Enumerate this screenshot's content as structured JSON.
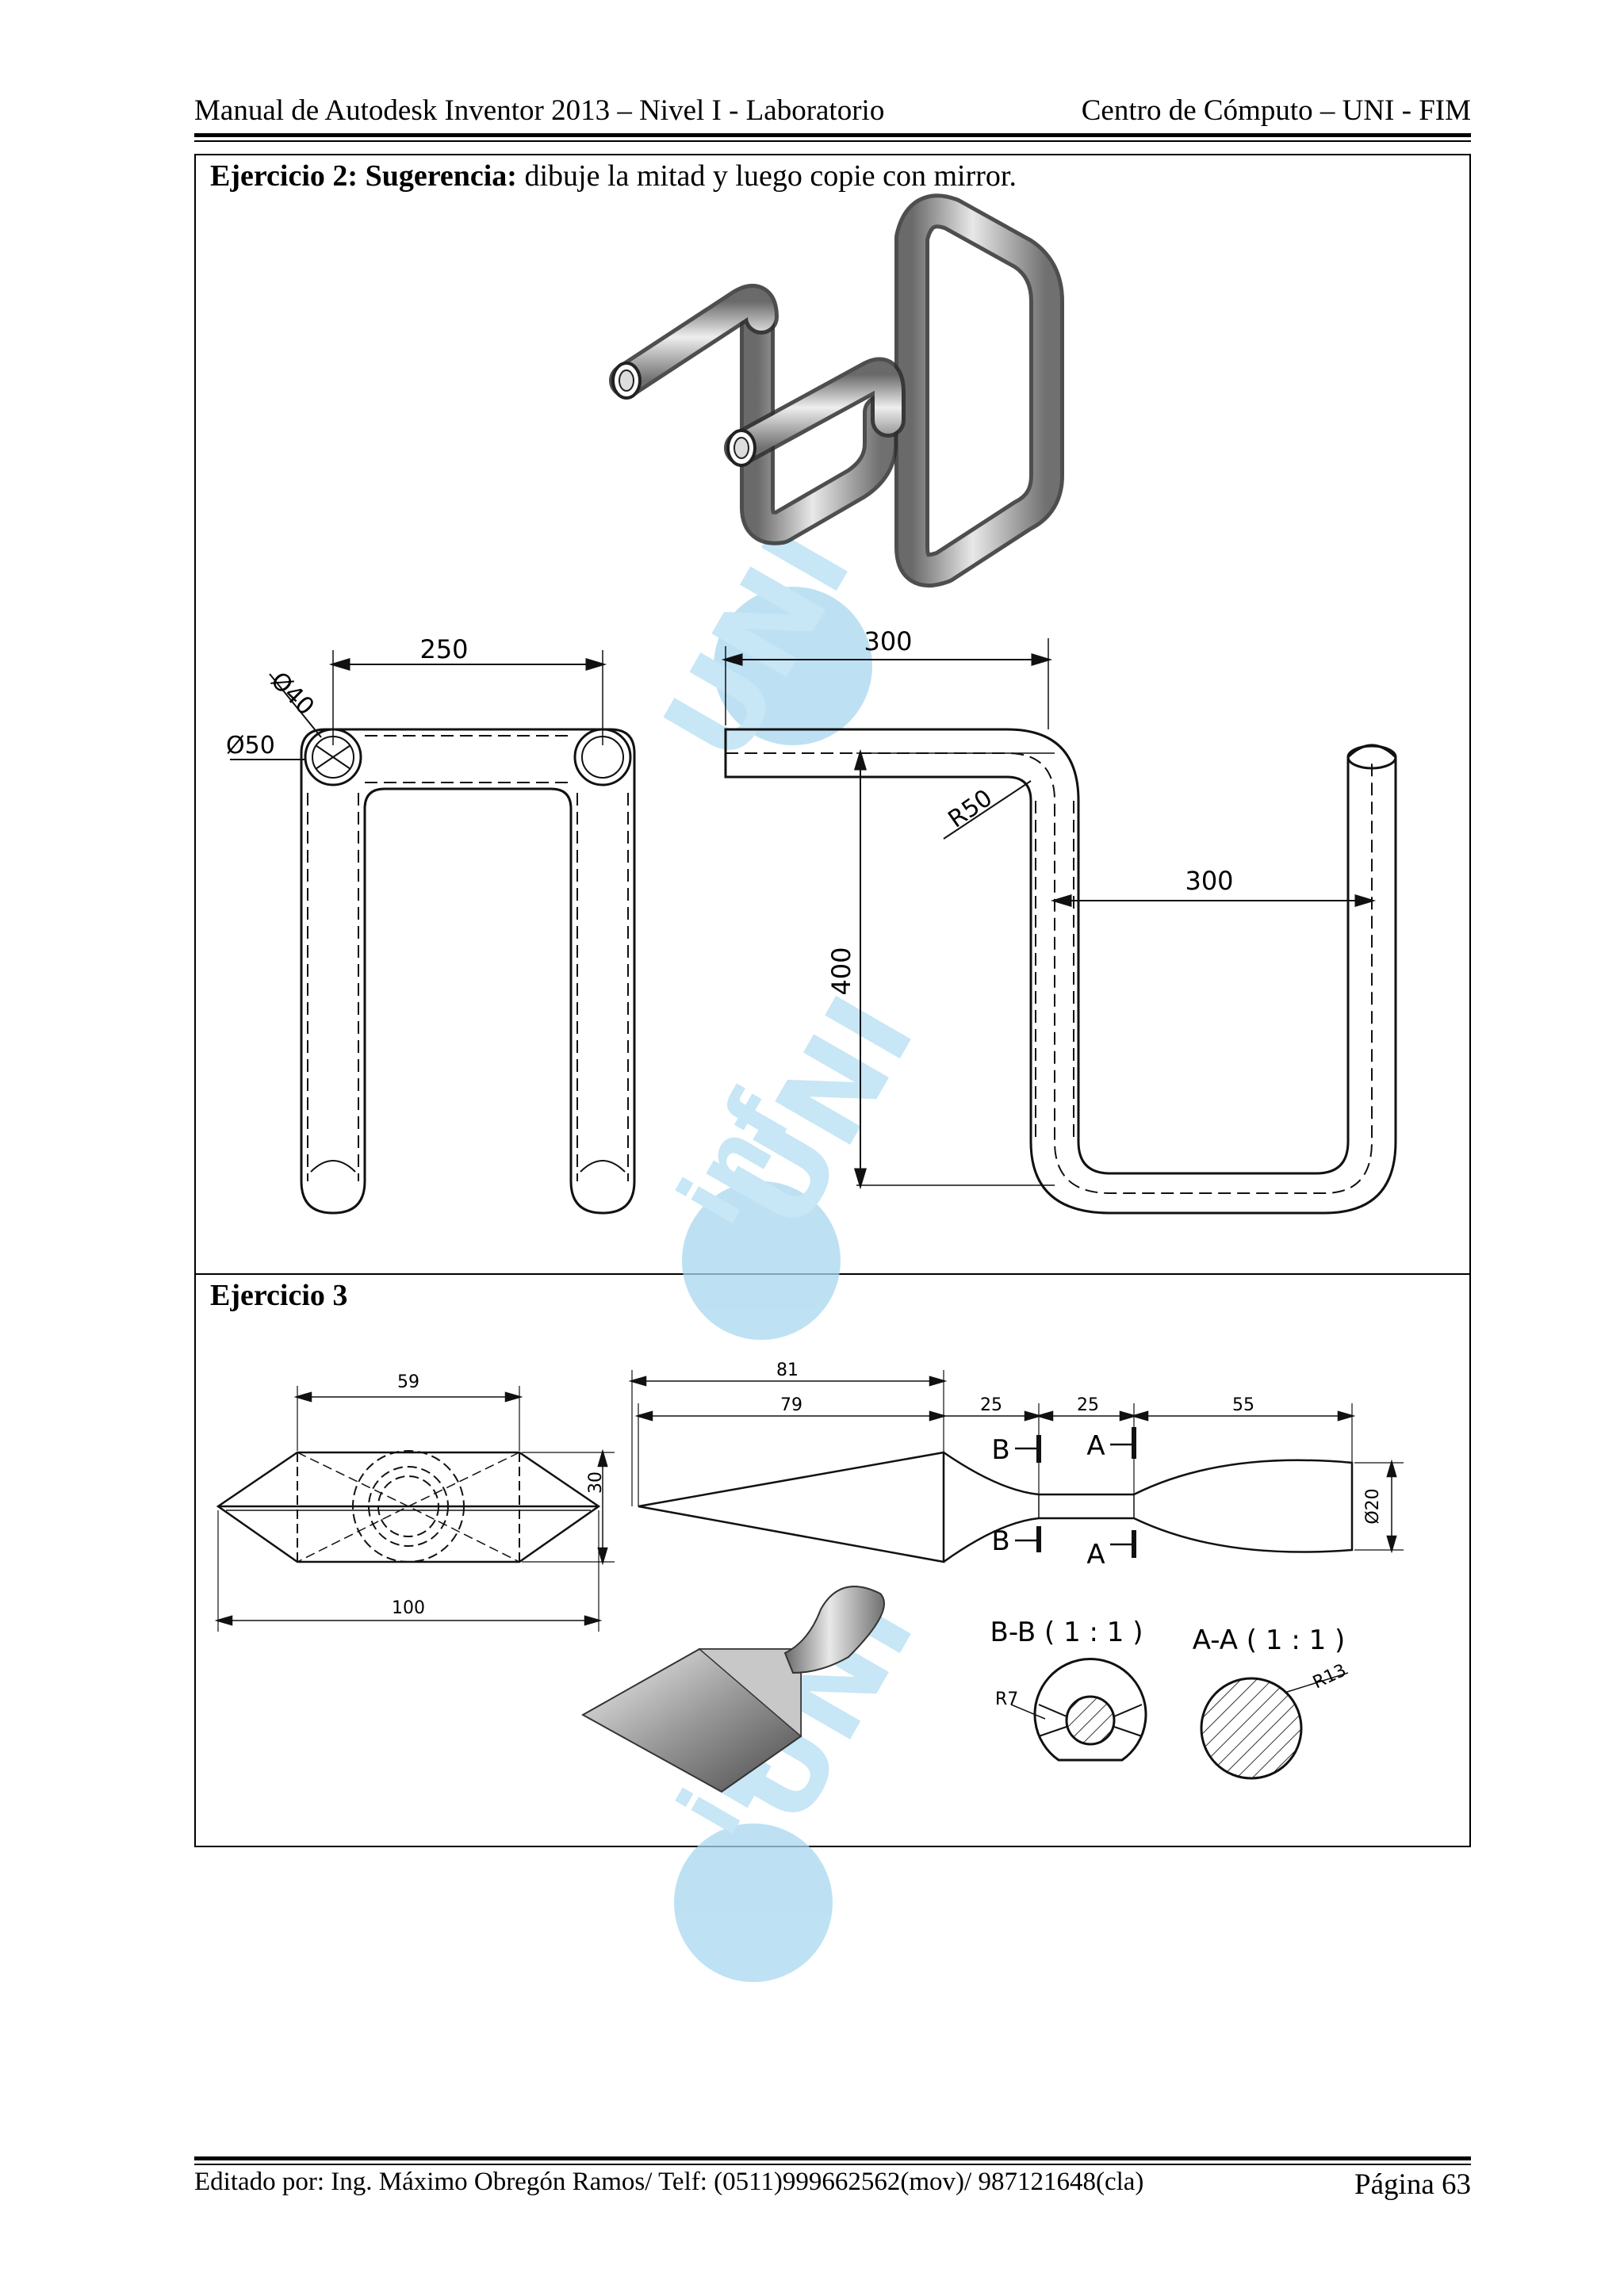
{
  "header": {
    "left": "Manual de Autodesk Inventor 2013 – Nivel I - Laboratorio",
    "right": "Centro de Cómputo – UNI - FIM"
  },
  "exercise2": {
    "label": "Ejercicio 2:",
    "hint_label": "Sugerencia:",
    "hint_text": "dibuje la mitad y luego copie con mirror.",
    "dims": {
      "width_top": "250",
      "dia_inner": "Ø40",
      "dia_outer": "Ø50",
      "top_right": "300",
      "radius": "R50",
      "bottom_right": "300",
      "height": "400"
    }
  },
  "exercise3": {
    "label": "Ejercicio 3",
    "dims": {
      "d59": "59",
      "d30": "30",
      "d100": "100",
      "d81": "81",
      "d79": "79",
      "d25a": "25",
      "d25b": "25",
      "d55": "55",
      "d20": "Ø20",
      "r7": "R7",
      "r13": "R13",
      "secB": "B",
      "secA": "A"
    },
    "section_bb": "B-B ( 1 : 1 )",
    "section_aa": "A-A ( 1 : 1 )"
  },
  "watermark": {
    "text_left": "inf",
    "text_right": "UNI",
    "color": "#9fd3ee"
  },
  "footer": {
    "left": "Editado por: Ing. Máximo Obregón Ramos/ Telf: (0511)999662562(mov)/ 987121648(cla)",
    "right": "Página 63"
  }
}
